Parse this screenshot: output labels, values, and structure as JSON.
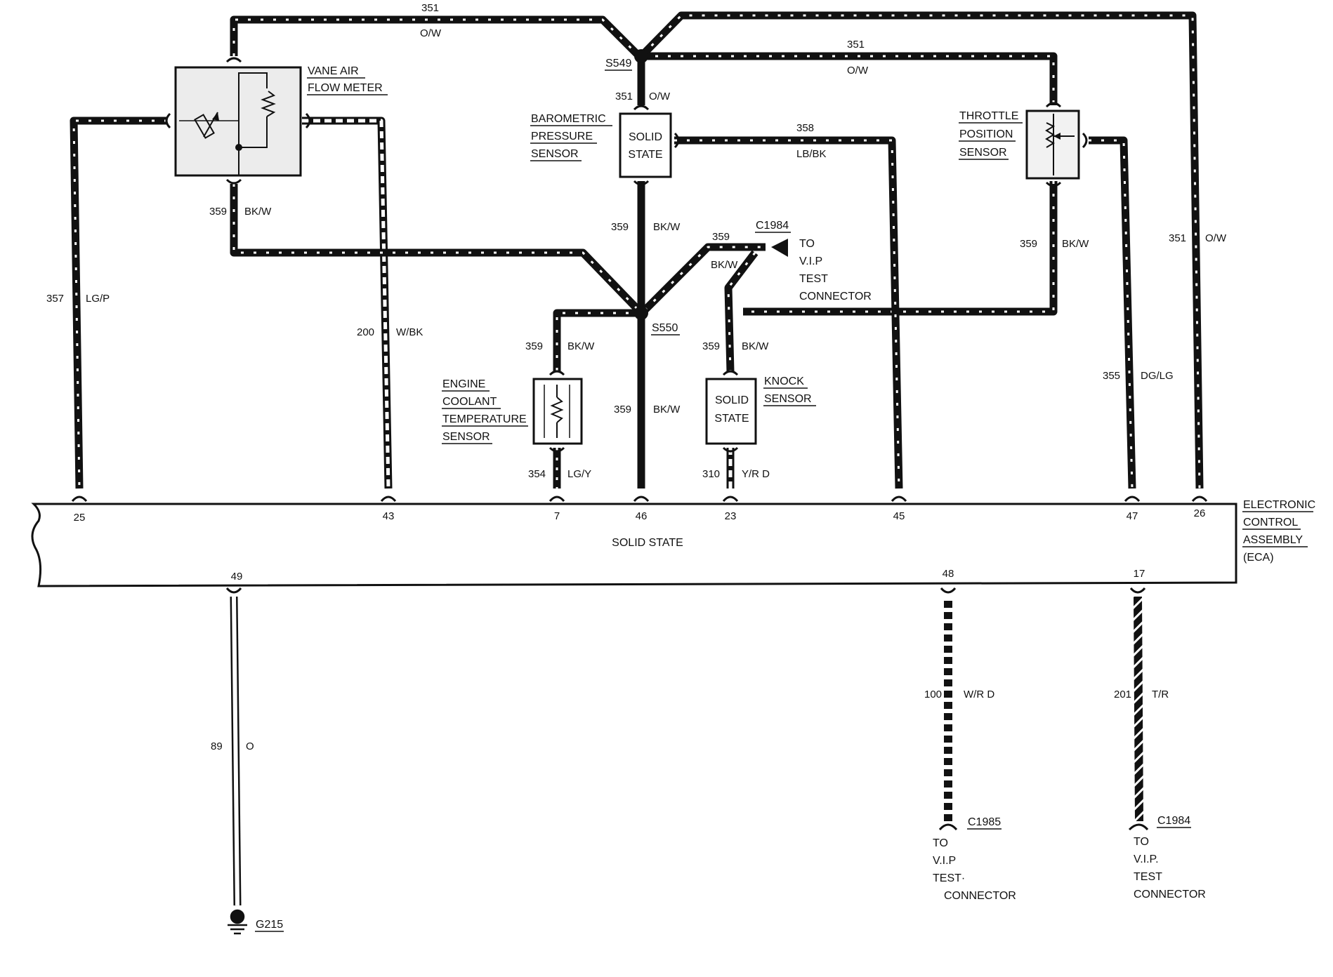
{
  "components": {
    "vane_air_flow_meter": [
      "VANE AIR",
      "FLOW METER"
    ],
    "barometric_pressure_sensor": [
      "BAROMETRIC",
      "PRESSURE",
      "SENSOR"
    ],
    "baro_body": [
      "SOLID",
      "STATE"
    ],
    "throttle_position_sensor": [
      "THROTTLE",
      "POSITION",
      "SENSOR"
    ],
    "engine_coolant_temperature_sensor": [
      "ENGINE",
      "COOLANT",
      "TEMPERATURE",
      "SENSOR"
    ],
    "knock_sensor": [
      "KNOCK",
      "SENSOR"
    ],
    "knock_body": [
      "SOLID",
      "STATE"
    ],
    "eca": [
      "ELECTRONIC",
      "CONTROL",
      "ASSEMBLY",
      "(ECA)"
    ],
    "eca_body": "SOLID STATE"
  },
  "splices": {
    "s549": "S549",
    "s550": "S550"
  },
  "connectors": {
    "c1984_top": "C1984",
    "c1985": "C1985",
    "c1984_bottom": "C1984",
    "ground": "G215",
    "vip_test_connector": [
      "TO",
      "V.I.P",
      "TEST",
      "CONNECTOR"
    ],
    "vip_test_connector_c1985": [
      "TO",
      "V.I.P",
      "TEST·",
      "CONNECTOR"
    ],
    "vip_test_connector_c1984": [
      "TO",
      "V.I.P.",
      "TEST",
      "CONNECTOR"
    ]
  },
  "wires": {
    "w351_top": {
      "num": "351",
      "color": "O/W"
    },
    "w351_mid": {
      "num": "351",
      "color": "O/W"
    },
    "w351_baro": {
      "num": "351",
      "color": "O/W"
    },
    "w351_right": {
      "num": "351",
      "color": "O/W"
    },
    "w357": {
      "num": "357",
      "color": "LG/P"
    },
    "w200": {
      "num": "200",
      "color": "W/BK"
    },
    "w359_vaf": {
      "num": "359",
      "color": "BK/W"
    },
    "w359_baro": {
      "num": "359",
      "color": "BK/W"
    },
    "w359_c1984": {
      "num": "359",
      "color": "BK/W"
    },
    "w359_tps": {
      "num": "359",
      "color": "BK/W"
    },
    "w359_ect": {
      "num": "359",
      "color": "BK/W"
    },
    "w359_knock": {
      "num": "359",
      "color": "BK/W"
    },
    "w359_eca": {
      "num": "359",
      "color": "BK/W"
    },
    "w358": {
      "num": "358",
      "color": "LB/BK"
    },
    "w355": {
      "num": "355",
      "color": "DG/LG"
    },
    "w354": {
      "num": "354",
      "color": "LG/Y"
    },
    "w310": {
      "num": "310",
      "color": "Y/R D"
    },
    "w89": {
      "num": "89",
      "color": "O"
    },
    "w100": {
      "num": "100",
      "color": "W/R D"
    },
    "w201": {
      "num": "201",
      "color": "T/R"
    }
  },
  "pins": {
    "p25": "25",
    "p43": "43",
    "p7": "7",
    "p46": "46",
    "p23": "23",
    "p45": "45",
    "p47": "47",
    "p26": "26",
    "p49": "49",
    "p48": "48",
    "p17": "17"
  }
}
